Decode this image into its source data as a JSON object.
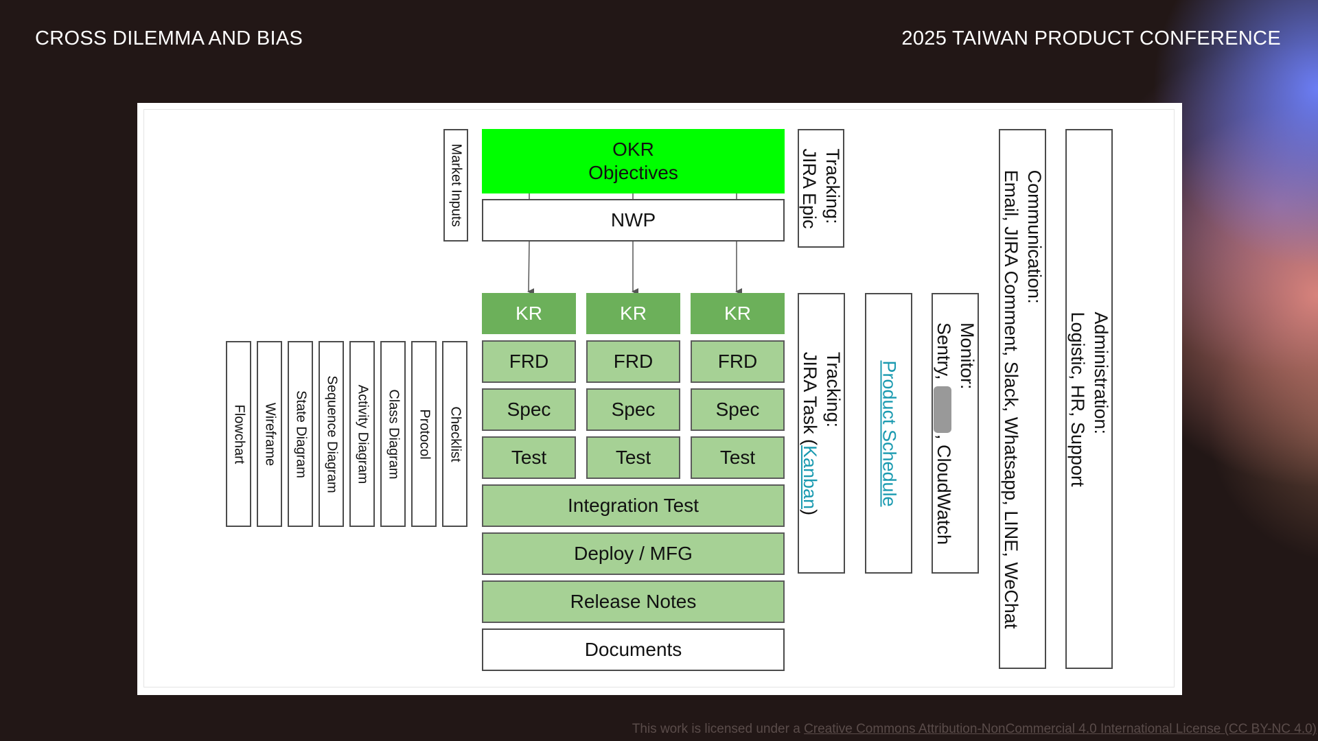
{
  "header": {
    "left_title": "CROSS DILEMMA AND BIAS",
    "right_title": "2025 TAIWAN PRODUCT CONFERENCE"
  },
  "footer": {
    "license_prefix": "This work is licensed under a ",
    "license_link": "Creative Commons Attribution-NonCommercial 4.0 International License (CC BY-NC 4.0)"
  },
  "diagram": {
    "okr_line1": "OKR",
    "okr_line2": "Objectives",
    "nwp": "NWP",
    "market_inputs": "Market Inputs",
    "columns": [
      {
        "kr": "KR",
        "frd": "FRD",
        "spec": "Spec",
        "test": "Test"
      },
      {
        "kr": "KR",
        "frd": "FRD",
        "spec": "Spec",
        "test": "Test"
      },
      {
        "kr": "KR",
        "frd": "FRD",
        "spec": "Spec",
        "test": "Test"
      }
    ],
    "integration_test": "Integration Test",
    "deploy": "Deploy / MFG",
    "release_notes": "Release Notes",
    "documents": "Documents",
    "artifacts": [
      "Flowchart",
      "Wireframe",
      "State Diagram",
      "Sequence Diagram",
      "Activity Diagram",
      "Class Diagram",
      "Protocol",
      "Checklist"
    ],
    "tracking_epic": {
      "line1": "Tracking:",
      "line2": "JIRA Epic"
    },
    "tracking_task": {
      "line1": "Tracking:",
      "line2_prefix": "JIRA Task (",
      "line2_link": "Kanban",
      "line2_suffix": ")"
    },
    "product_schedule": "Product Schedule",
    "monitor": {
      "line1": "Monitor:",
      "line2_prefix": "Sentry, ",
      "line2_suffix": ", CloudWatch"
    },
    "communication": {
      "line1": "Communication:",
      "line2": "Email, JIRA Comment, Slack, Whatsapp, LINE, WeChat"
    },
    "administration": {
      "line1": "Administration:",
      "line2": "Logistic, HR, Support"
    }
  }
}
